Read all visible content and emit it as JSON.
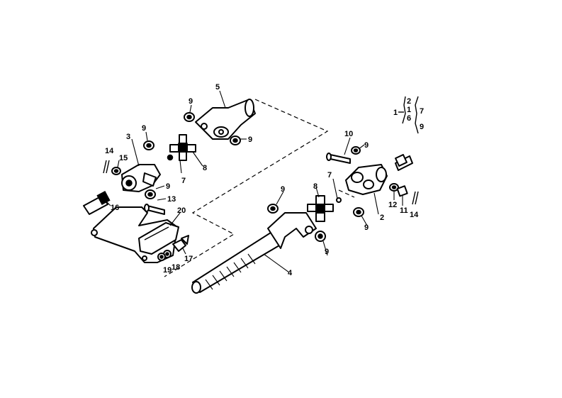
{
  "colors": {
    "ink": "#000000",
    "paper": "#ffffff"
  },
  "callouts": {
    "c1": "1",
    "c2": "2",
    "c3": "3",
    "c4": "4",
    "c5": "5",
    "c6": "6",
    "c7a": "7",
    "c7b": "7",
    "c8a": "8",
    "c8b": "8",
    "c9a": "9",
    "c9b": "9",
    "c9c": "9",
    "c9d": "9",
    "c9e": "9",
    "c9f": "9",
    "c9g": "9",
    "c9h": "9",
    "c9i": "9",
    "c10": "10",
    "c11": "11",
    "c12": "12",
    "c13": "13",
    "c14a": "14",
    "c14b": "14",
    "c15": "15",
    "c16": "16",
    "c17": "17",
    "c18": "18",
    "c19": "19",
    "c20": "20"
  },
  "legend": {
    "left": "1",
    "col1": [
      "2",
      "1",
      "6"
    ],
    "col2": [
      "7",
      "9"
    ]
  }
}
